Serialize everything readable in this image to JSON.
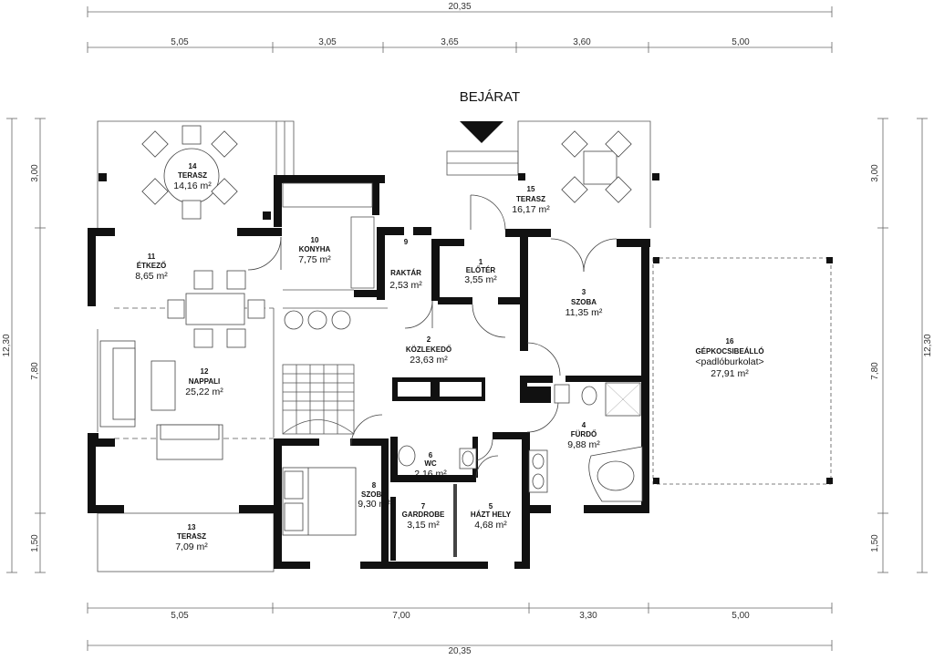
{
  "entrance_label": "BEJÁRAT",
  "dims": {
    "top_total": "20,35",
    "top_segments": [
      "5,05",
      "3,05",
      "3,65",
      "3,60",
      "5,00"
    ],
    "bottom_segments": [
      "5,05",
      "7,00",
      "3,30",
      "5,00"
    ],
    "bottom_total": "20,35",
    "left_total": "12,30",
    "left_segments": [
      "3,00",
      "7,80",
      "1,50"
    ],
    "right_total": "12,30",
    "right_segments": [
      "3,00",
      "7,80",
      "1,50"
    ]
  },
  "rooms": [
    {
      "num": "1",
      "name": "ELŐTÉR",
      "area": "3,55 m²"
    },
    {
      "num": "2",
      "name": "KÖZLEKEDŐ",
      "area": "23,63 m²"
    },
    {
      "num": "3",
      "name": "SZOBA",
      "area": "11,35 m²"
    },
    {
      "num": "4",
      "name": "FÜRDŐ",
      "area": "9,88 m²"
    },
    {
      "num": "5",
      "name": "HÁZT HELY",
      "area": "4,68 m²"
    },
    {
      "num": "6",
      "name": "WC",
      "area": "2,16 m²"
    },
    {
      "num": "7",
      "name": "GARDROBE",
      "area": "3,15 m²"
    },
    {
      "num": "8",
      "name": "SZOBA",
      "area": "9,30 m²"
    },
    {
      "num": "9",
      "name": "RAKTÁR",
      "area": "2,53 m²"
    },
    {
      "num": "10",
      "name": "KONYHA",
      "area": "7,75 m²"
    },
    {
      "num": "11",
      "name": "ÉTKEZŐ",
      "area": "8,65 m²"
    },
    {
      "num": "12",
      "name": "NAPPALI",
      "area": "25,22 m²"
    },
    {
      "num": "13",
      "name": "TERASZ",
      "area": "7,09 m²"
    },
    {
      "num": "14",
      "name": "TERASZ",
      "area": "14,16 m²"
    },
    {
      "num": "15",
      "name": "TERASZ",
      "area": "16,17 m²"
    },
    {
      "num": "16",
      "name": "GÉPKOCSIBEÁLLÓ",
      "name2": "<padlóburkolat>",
      "area": "27,91 m²"
    }
  ]
}
